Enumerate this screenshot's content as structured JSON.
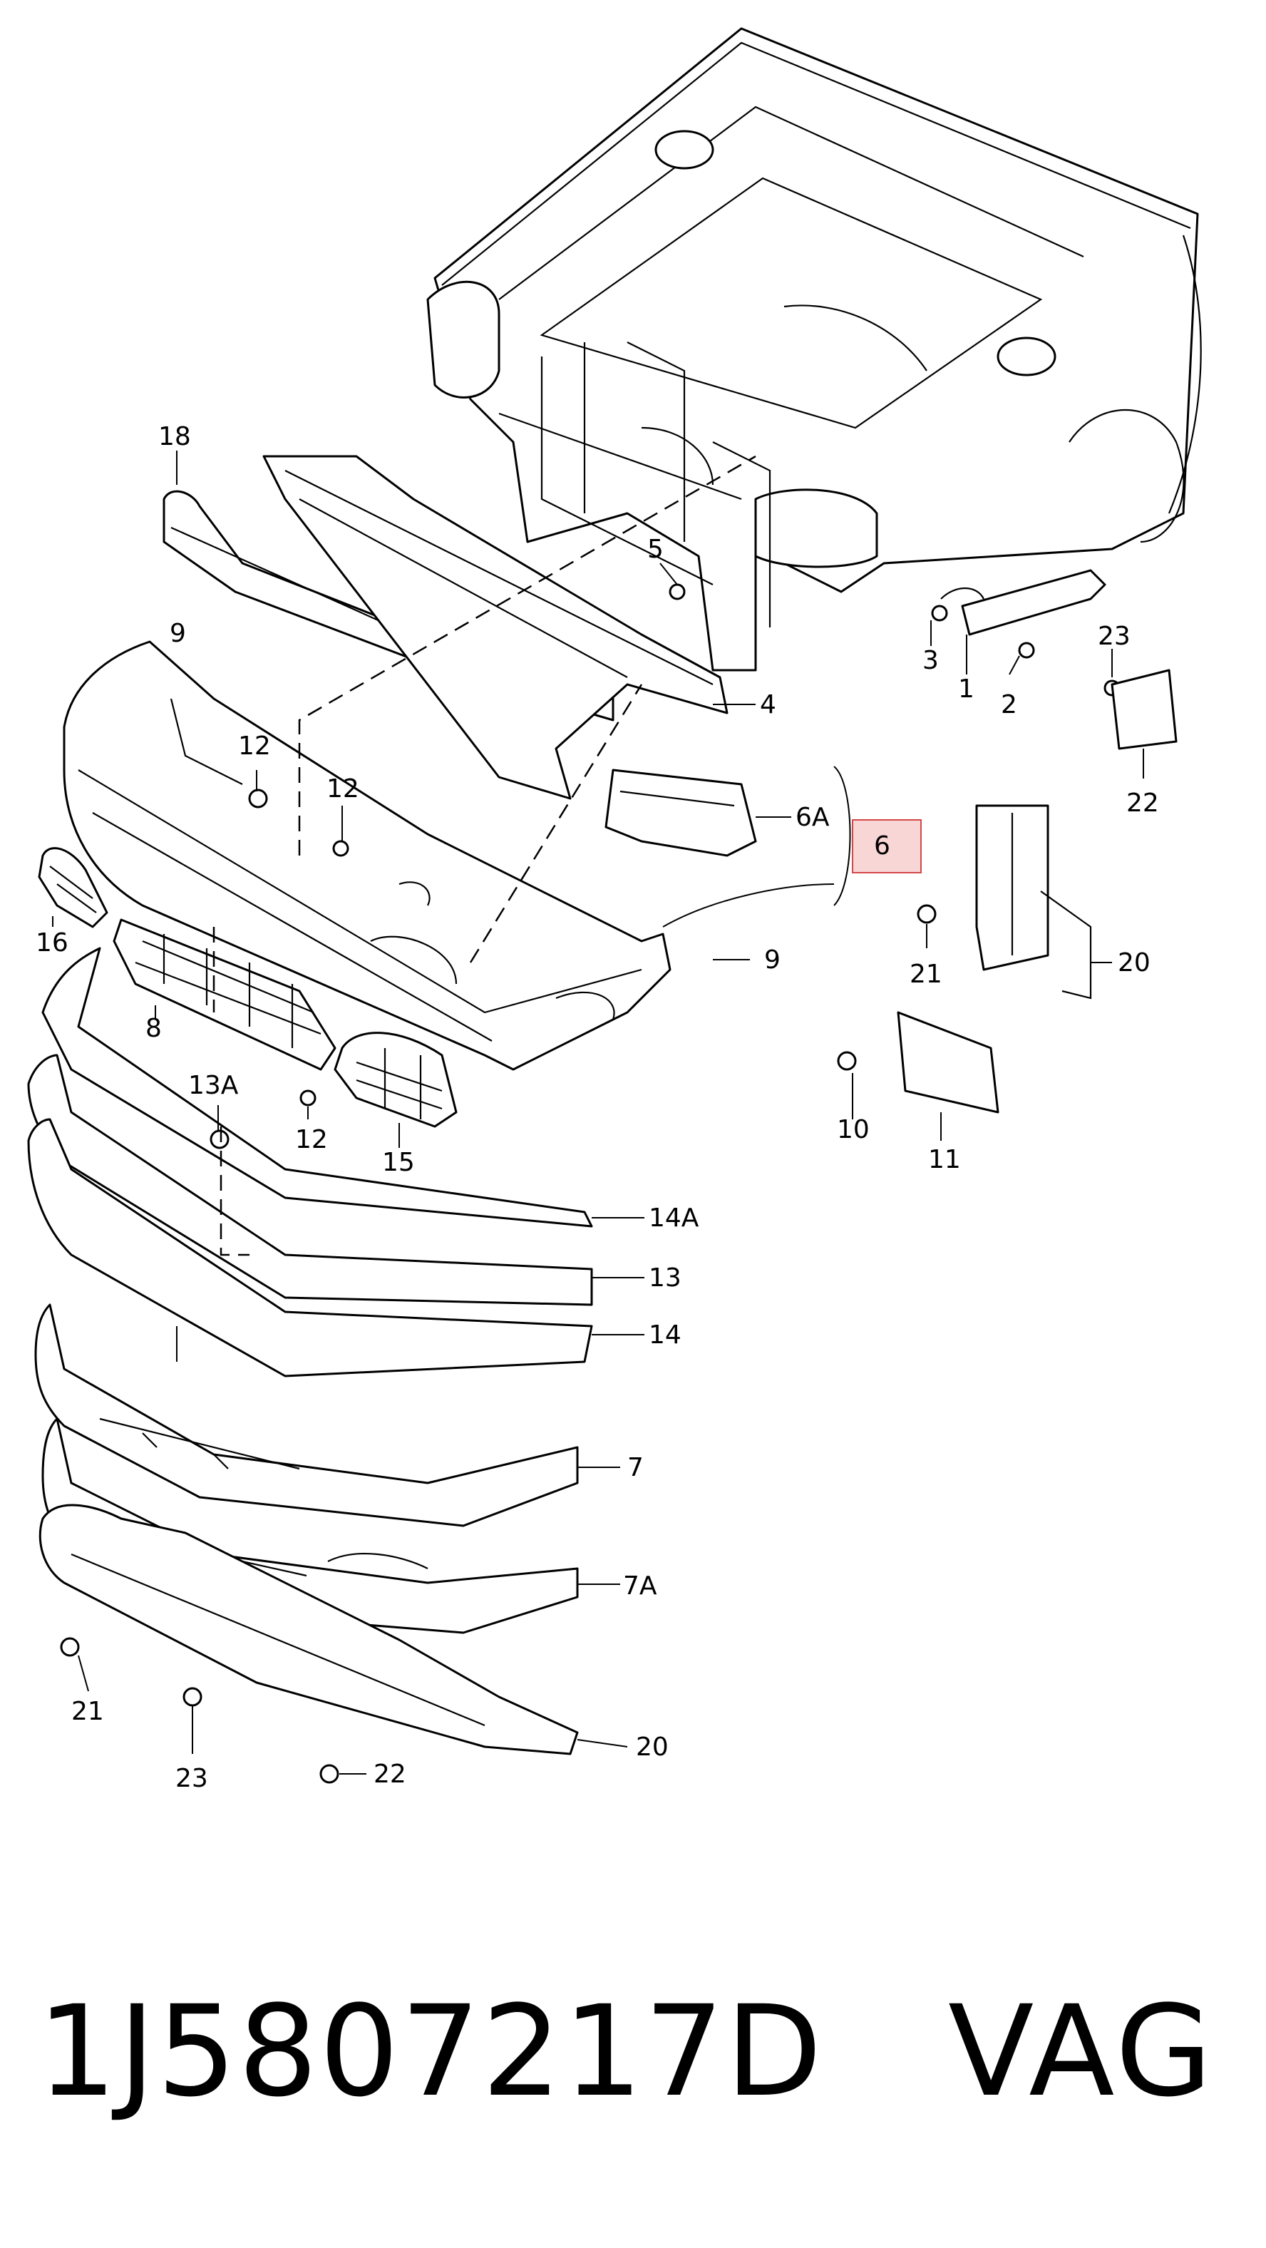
{
  "diagram": {
    "callouts": {
      "c1": "1",
      "c2": "2",
      "c3": "3",
      "c4": "4",
      "c5": "5",
      "c6": "6",
      "c6a": "6A",
      "c7": "7",
      "c7a": "7A",
      "c8": "8",
      "c9a": "9",
      "c9b": "9",
      "c10": "10",
      "c11": "11",
      "c12a": "12",
      "c12b": "12",
      "c12c": "12",
      "c13": "13",
      "c13a": "13A",
      "c14": "14",
      "c14a": "14A",
      "c15": "15",
      "c16": "16",
      "c18": "18",
      "c20a": "20",
      "c20b": "20",
      "c21a": "21",
      "c21b": "21",
      "c22a": "22",
      "c22b": "22",
      "c23a": "23",
      "c23b": "23"
    },
    "highlighted_callout": "6",
    "highlight_color": "#f9d6d6",
    "highlight_border": "#d24848"
  },
  "footer": {
    "part_number": "1J5807217D",
    "brand": "VAG"
  }
}
